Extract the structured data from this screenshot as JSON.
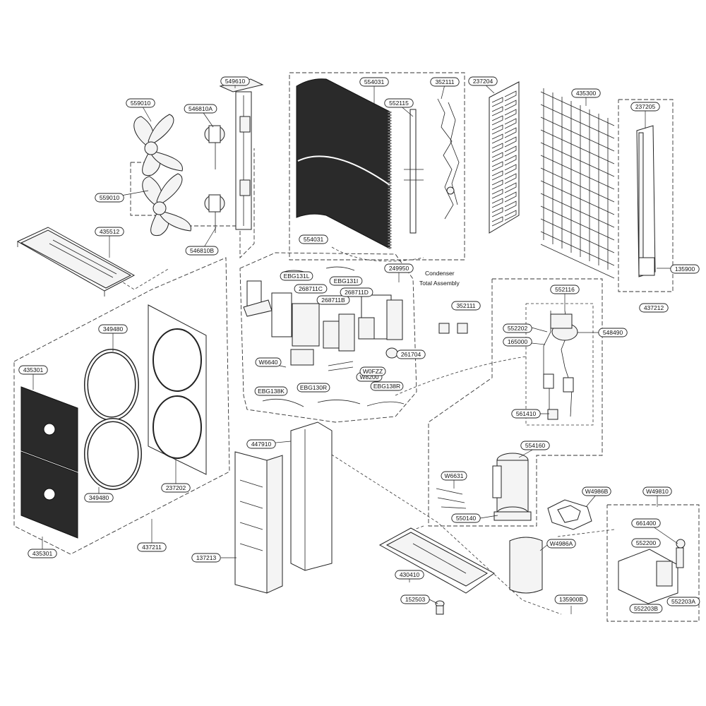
{
  "diagram": {
    "caption_line1": "Condenser",
    "caption_line2": "Total Assembly",
    "labels": {
      "l549610": "549610",
      "l559010a": "559010",
      "l546810a": "546810A",
      "l559010b": "559010",
      "l546810b": "546810B",
      "l435512": "435512",
      "l554031a": "554031",
      "l554031b": "554031",
      "l552115": "552115",
      "l352111a": "352111",
      "l237204": "237204",
      "l435300": "435300",
      "l237205": "237205",
      "l135900": "135900",
      "l437212": "437212",
      "l349480a": "349480",
      "l349480b": "349480",
      "l435301a": "435301",
      "l435301b": "435301",
      "l237202": "237202",
      "l437211": "437211",
      "l249950": "249950",
      "lEBG131L": "EBG131L",
      "lEBG131I": "EBG131I",
      "l268711C": "268711C",
      "l268711B": "268711B",
      "l268711D": "268711D",
      "lW6640": "W6640",
      "lW8200": "W8200",
      "lW0FZZ": "W0FZZ",
      "l261704": "261704",
      "lEBG138K": "EBG138K",
      "lEBG130R": "EBG130R",
      "lEBG138R": "EBG138R",
      "l352111b": "352111",
      "l552116": "552116",
      "l552202": "552202",
      "l165000": "165000",
      "l548490": "548490",
      "l561410": "561410",
      "l554160": "554160",
      "lW6631": "W6631",
      "l550140": "550140",
      "lW4986B": "W4986B",
      "lW49810": "W49810",
      "l447910": "447910",
      "l137213": "137213",
      "l430410": "430410",
      "l152503": "152503",
      "lW4986A": "W4986A",
      "l135900B": "135900B",
      "l661400": "661400",
      "l552200": "552200",
      "l552203A": "552203A",
      "l552203B": "552203B"
    }
  }
}
